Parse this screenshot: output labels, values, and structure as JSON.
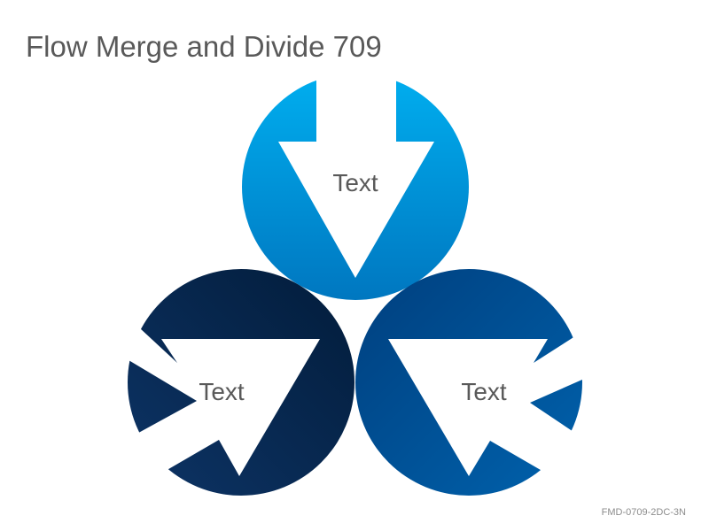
{
  "title": "Flow Merge and Divide 709",
  "footer_code": "FMD-0709-2DC-3N",
  "nodes": [
    {
      "label": "Text",
      "colors": [
        "#00aeef",
        "#0077c0"
      ]
    },
    {
      "label": "Text",
      "colors": [
        "#0d3466",
        "#021c3a"
      ]
    },
    {
      "label": "Text",
      "colors": [
        "#003f7e",
        "#0062ad"
      ]
    }
  ]
}
